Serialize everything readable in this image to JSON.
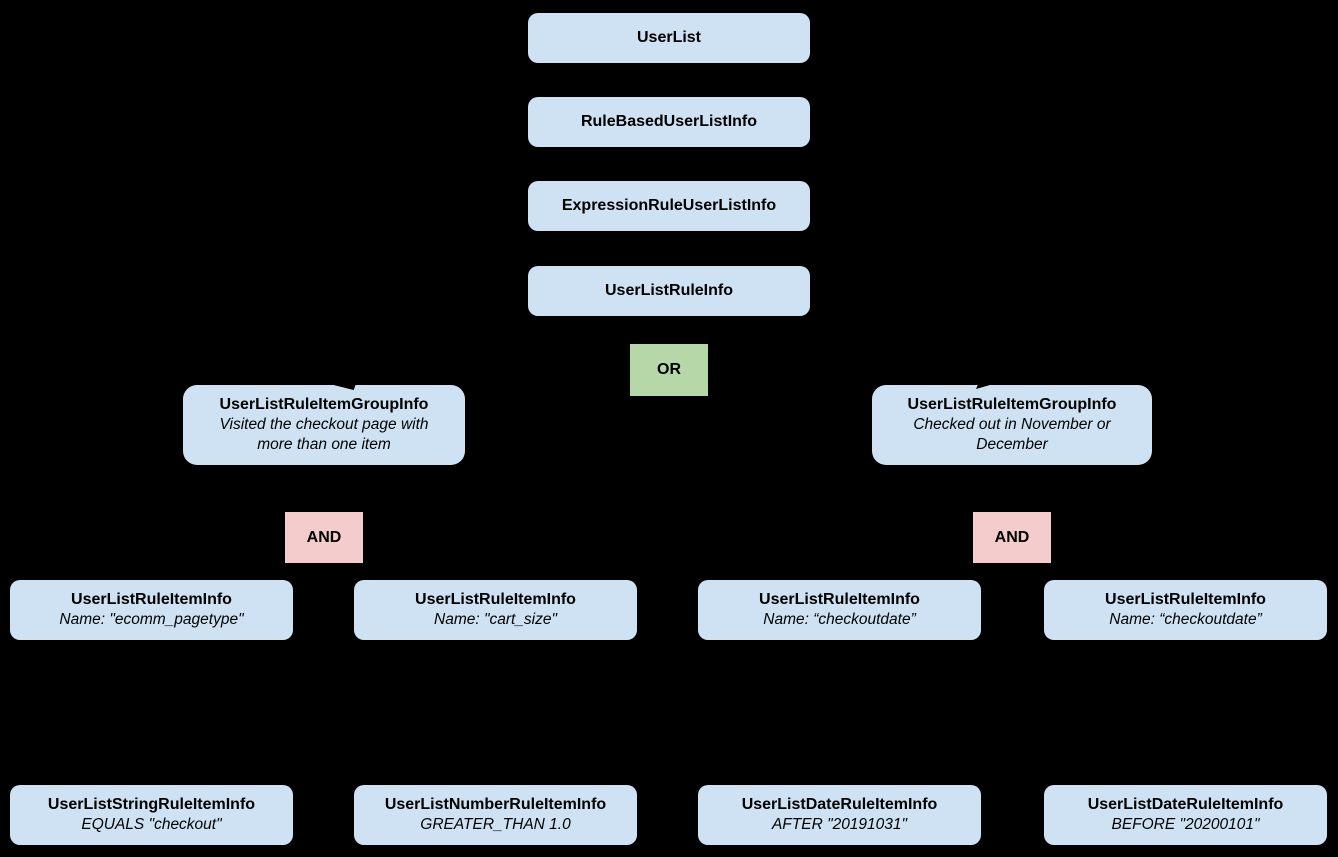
{
  "diagram": {
    "background": "#000000",
    "colors": {
      "node_fill": "#cfe2f3",
      "or_fill": "#b6d7a8",
      "and_fill": "#f4cccc",
      "text": "#000000"
    },
    "chain": [
      {
        "label": "UserList"
      },
      {
        "label": "RuleBasedUserListInfo"
      },
      {
        "label": "ExpressionRuleUserListInfo"
      },
      {
        "label": "UserListRuleInfo"
      }
    ],
    "or_label": "OR",
    "groups": [
      {
        "title": "UserListRuleItemGroupInfo",
        "description": "Visited the checkout page with more than one item",
        "operator": "AND"
      },
      {
        "title": "UserListRuleItemGroupInfo",
        "description": "Checked out in November or December",
        "operator": "AND"
      }
    ],
    "rule_items": [
      {
        "title": "UserListRuleItemInfo",
        "detail": "Name: \"ecomm_pagetype\""
      },
      {
        "title": "UserListRuleItemInfo",
        "detail": "Name: \"cart_size\""
      },
      {
        "title": "UserListRuleItemInfo",
        "detail": "Name: “checkoutdate”"
      },
      {
        "title": "UserListRuleItemInfo",
        "detail": "Name: “checkoutdate”"
      }
    ],
    "leaf_items": [
      {
        "title": "UserListStringRuleItemInfo",
        "detail": "EQUALS \"checkout\""
      },
      {
        "title": "UserListNumberRuleItemInfo",
        "detail": "GREATER_THAN 1.0"
      },
      {
        "title": "UserListDateRuleItemInfo",
        "detail": "AFTER \"20191031\""
      },
      {
        "title": "UserListDateRuleItemInfo",
        "detail": "BEFORE \"20200101\""
      }
    ]
  }
}
